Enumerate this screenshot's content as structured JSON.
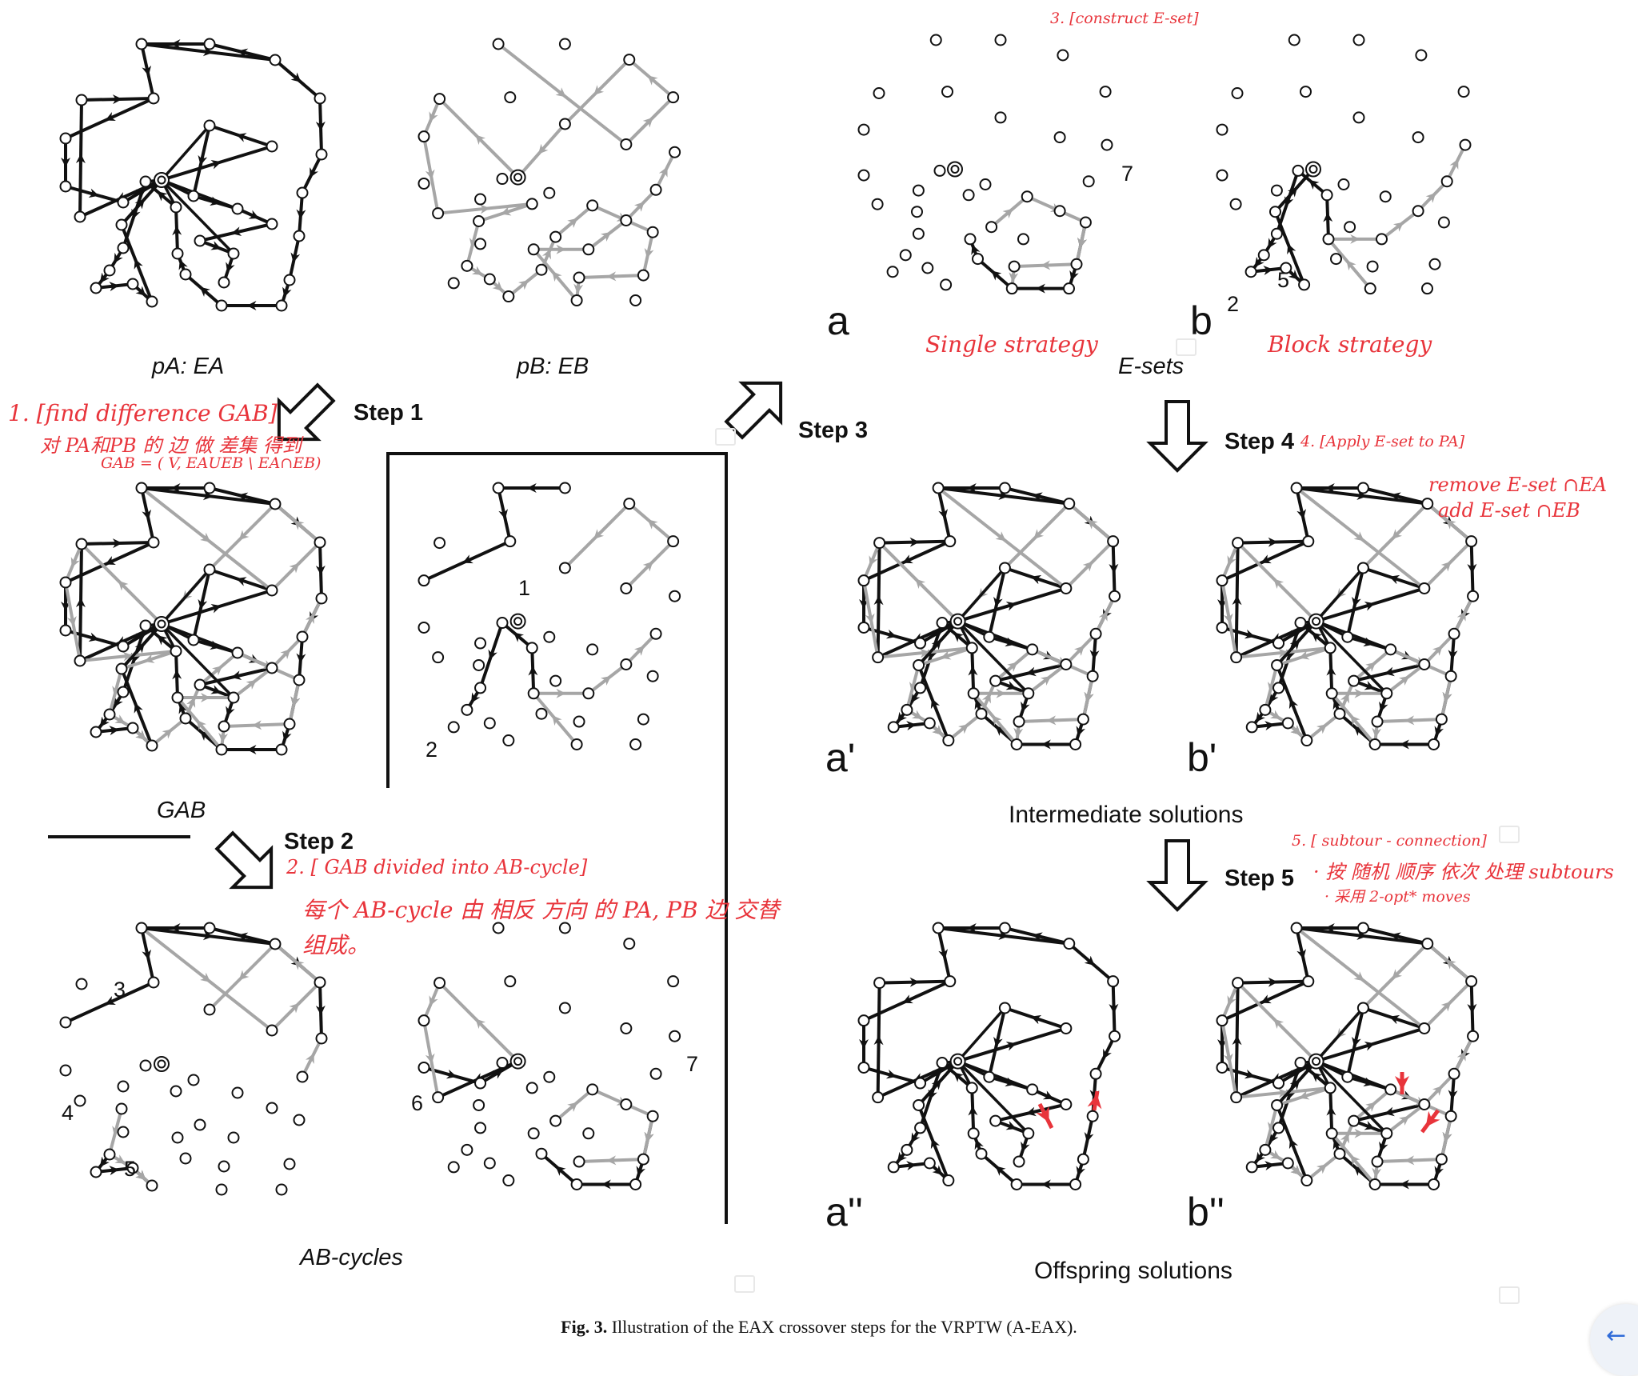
{
  "labels": {
    "pa": "pA: EA",
    "pb": "pB: EB",
    "gab": "GAB",
    "ab_cycles": "AB-cycles",
    "e_sets": "E-sets",
    "intermediate": "Intermediate solutions",
    "offspring": "Offspring solutions"
  },
  "steps": {
    "s1": "Step 1",
    "s2": "Step 2",
    "s3": "Step 3",
    "s4": "Step 4",
    "s5": "Step 5"
  },
  "panels": {
    "a": "a",
    "b": "b",
    "a1": "a'",
    "b1": "b'",
    "a2": "a''",
    "b2": "b''"
  },
  "cycle_numbers": {
    "n1": "1",
    "n2": "2",
    "n3": "3",
    "n4": "4",
    "n5": "5",
    "n6": "6",
    "n7": "7",
    "e7": "7",
    "e5": "5",
    "e2": "2"
  },
  "annotations": {
    "a1_title": "1. [find difference GAB]",
    "a1_line2": "对 PA和PB 的 边 做 差集 得到",
    "a1_line3": "GAB = ( V, EAUEB \\ EA∩EB)",
    "a2_title": "2. [ GAB divided into AB-cycle]",
    "a2_line2": "每个 AB-cycle 由 相反 方向 的 PA, PB 边 交替",
    "a2_line3": "组成。",
    "a3_title": "3. [construct E-set]",
    "single": "Single strategy",
    "block": "Block strategy",
    "a4_title": "4. [Apply E-set to PA]",
    "a4_line2": "remove E-set ∩EA",
    "a4_line3": "add E-set ∩EB",
    "a5_title": "5. [ subtour - connection]",
    "a5_line2": "· 按 随机 顺序 依次 处理 subtours",
    "a5_line3": "· 采用 2-opt* moves"
  },
  "caption": {
    "fig": "Fig. 3.",
    "text": "Illustration of the EAX crossover steps for the VRPTW (A-EAX)."
  },
  "back_icon": "←",
  "colors": {
    "edge_a": "#111111",
    "edge_b": "#a6a6a6",
    "highlight": "#e8343b"
  }
}
